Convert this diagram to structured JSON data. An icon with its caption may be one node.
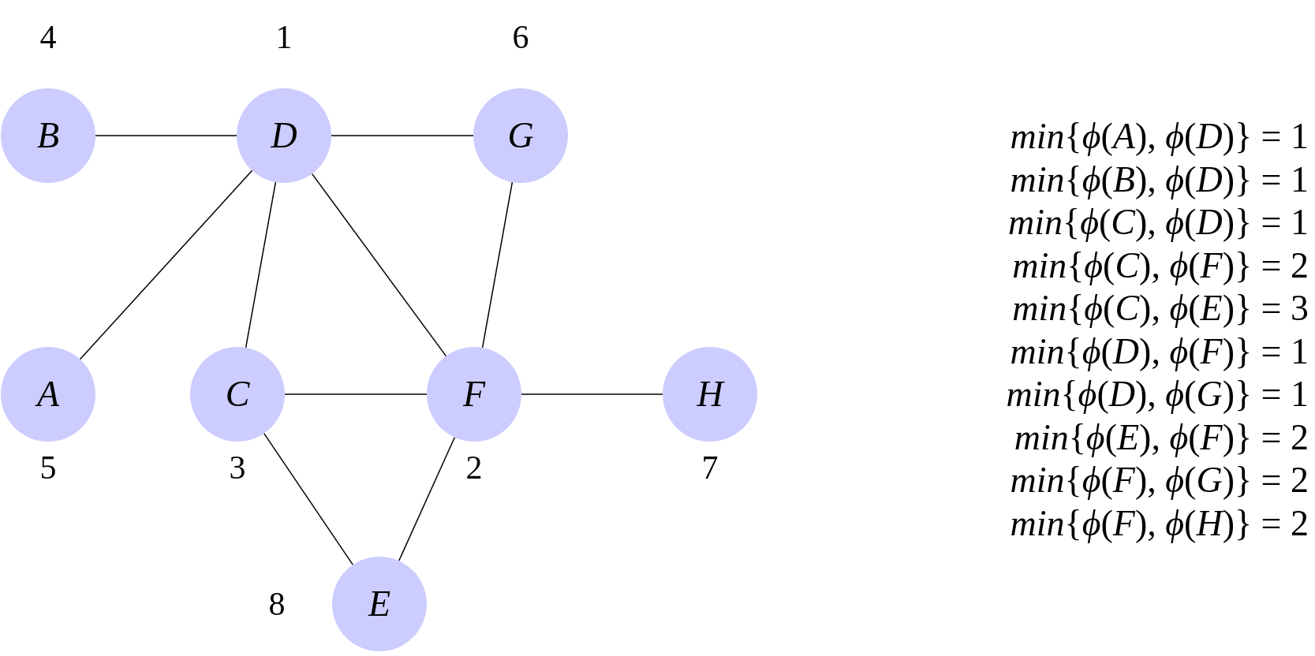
{
  "diagram": {
    "nodes": [
      {
        "text": [
          "B"
        ],
        "beside": [
          "4"
        ]
      },
      {
        "text": [
          "D"
        ],
        "beside": [
          "1"
        ]
      },
      {
        "text": [
          "G"
        ],
        "beside": [
          "6"
        ]
      },
      {
        "text": [
          "A"
        ],
        "beside": [
          "5"
        ]
      },
      {
        "text": [
          "C"
        ],
        "beside": [
          "3"
        ]
      },
      {
        "text": [
          "F"
        ],
        "beside": [
          "2"
        ]
      },
      {
        "text": [
          "H"
        ],
        "beside": [
          "7"
        ]
      },
      {
        "text": [
          "E"
        ],
        "beside": [
          "8"
        ]
      }
    ],
    "edges": [
      {
        "from": 0,
        "to": 1,
        "arrow": "none"
      },
      {
        "from": 1,
        "to": 2,
        "arrow": "none"
      },
      {
        "from": 1,
        "to": 3,
        "arrow": "none"
      },
      {
        "from": 1,
        "to": 4,
        "arrow": "none"
      },
      {
        "from": 1,
        "to": 5,
        "arrow": "none"
      },
      {
        "from": 2,
        "to": 5,
        "arrow": "none"
      },
      {
        "from": 4,
        "to": 5,
        "arrow": "none"
      },
      {
        "from": 5,
        "to": 6,
        "arrow": "none"
      },
      {
        "from": 4,
        "to": 7,
        "arrow": "none"
      },
      {
        "from": 5,
        "to": 7,
        "arrow": "none"
      }
    ],
    "labels": [
      "*min*{*ϕ*(*A*), *ϕ*(*D*)} = 1",
      "*min*{*ϕ*(*B*), *ϕ*(*D*)} = 1",
      "*min*{*ϕ*(*C*), *ϕ*(*D*)} = 1",
      "*min*{*ϕ*(*C*), *ϕ*(*F*)} = 2",
      "*min*{*ϕ*(*C*), *ϕ*(*E*)} = 3",
      "*min*{*ϕ*(*D*), *ϕ*(*F*)} = 1",
      "*min*{*ϕ*(*D*), *ϕ*(*G*)} = 1",
      "*min*{*ϕ*(*E*), *ϕ*(*F*)} = 2",
      "*min*{*ϕ*(*F*), *ϕ*(*G*)} = 2",
      "*min*{*ϕ*(*F*), *ϕ*(*H*)} = 2"
    ]
  }
}
